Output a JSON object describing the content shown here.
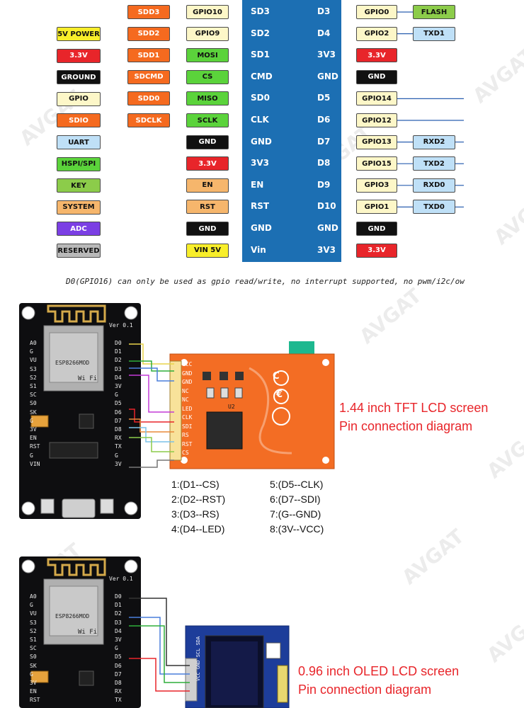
{
  "legend": [
    {
      "label": "5V POWER",
      "bg": "#f8ee2a",
      "fg": "#111111"
    },
    {
      "label": "3.3V",
      "bg": "#e8252a",
      "fg": "#ffffff"
    },
    {
      "label": "GROUND",
      "bg": "#111111",
      "fg": "#ffffff"
    },
    {
      "label": "GPIO",
      "bg": "#fdf7c8",
      "fg": "#111111"
    },
    {
      "label": "SDIO",
      "bg": "#f56a1f",
      "fg": "#ffffff"
    },
    {
      "label": "UART",
      "bg": "#bfe0f7",
      "fg": "#111111"
    },
    {
      "label": "HSPI/SPI",
      "bg": "#5bd33b",
      "fg": "#111111"
    },
    {
      "label": "KEY",
      "bg": "#8ccc4a",
      "fg": "#111111"
    },
    {
      "label": "SYSTEM",
      "bg": "#f6b66c",
      "fg": "#111111"
    },
    {
      "label": "ADC",
      "bg": "#7b3fe4",
      "fg": "#ffffff"
    },
    {
      "label": "RESERVED",
      "bg": "#b9b9b9",
      "fg": "#111111"
    }
  ],
  "left_rows": [
    {
      "board": "SD3",
      "sdio": "SDD3",
      "func": {
        "label": "GPIO10",
        "bg": "#fdf7c8",
        "fg": "#111111"
      }
    },
    {
      "board": "SD2",
      "sdio": "SDD2",
      "func": {
        "label": "GPIO9",
        "bg": "#fdf7c8",
        "fg": "#111111"
      }
    },
    {
      "board": "SD1",
      "sdio": "SDD1",
      "func": {
        "label": "MOSI",
        "bg": "#5bd33b",
        "fg": "#111111"
      }
    },
    {
      "board": "CMD",
      "sdio": "SDCMD",
      "func": {
        "label": "CS",
        "bg": "#5bd33b",
        "fg": "#111111"
      }
    },
    {
      "board": "SD0",
      "sdio": "SDD0",
      "func": {
        "label": "MISO",
        "bg": "#5bd33b",
        "fg": "#111111"
      }
    },
    {
      "board": "CLK",
      "sdio": "SDCLK",
      "func": {
        "label": "SCLK",
        "bg": "#5bd33b",
        "fg": "#111111"
      }
    },
    {
      "board": "GND",
      "sdio": "",
      "func": {
        "label": "GND",
        "bg": "#111111",
        "fg": "#ffffff"
      }
    },
    {
      "board": "3V3",
      "sdio": "",
      "func": {
        "label": "3.3V",
        "bg": "#e8252a",
        "fg": "#ffffff"
      }
    },
    {
      "board": "EN",
      "sdio": "",
      "func": {
        "label": "EN",
        "bg": "#f6b66c",
        "fg": "#111111"
      }
    },
    {
      "board": "RST",
      "sdio": "",
      "func": {
        "label": "RST",
        "bg": "#f6b66c",
        "fg": "#111111"
      }
    },
    {
      "board": "GND",
      "sdio": "",
      "func": {
        "label": "GND",
        "bg": "#111111",
        "fg": "#ffffff"
      }
    },
    {
      "board": "Vin",
      "sdio": "",
      "func": {
        "label": "VIN 5V",
        "bg": "#f8ee2a",
        "fg": "#111111"
      }
    }
  ],
  "right_rows": [
    {
      "board": "D3",
      "gpio": {
        "label": "GPIO0",
        "bg": "#fdf7c8",
        "fg": "#111111"
      },
      "extra": {
        "label": "FLASH",
        "bg": "#8ccc4a",
        "fg": "#111111"
      }
    },
    {
      "board": "D4",
      "gpio": {
        "label": "GPIO2",
        "bg": "#fdf7c8",
        "fg": "#111111"
      },
      "extra": {
        "label": "TXD1",
        "bg": "#bfe0f7",
        "fg": "#111111"
      }
    },
    {
      "board": "3V3",
      "gpio": {
        "label": "3.3V",
        "bg": "#e8252a",
        "fg": "#ffffff"
      },
      "extra": null
    },
    {
      "board": "GND",
      "gpio": {
        "label": "GND",
        "bg": "#111111",
        "fg": "#ffffff"
      },
      "extra": null
    },
    {
      "board": "D5",
      "gpio": {
        "label": "GPIO14",
        "bg": "#fdf7c8",
        "fg": "#111111"
      },
      "extra": null
    },
    {
      "board": "D6",
      "gpio": {
        "label": "GPIO12",
        "bg": "#fdf7c8",
        "fg": "#111111"
      },
      "extra": null
    },
    {
      "board": "D7",
      "gpio": {
        "label": "GPIO13",
        "bg": "#fdf7c8",
        "fg": "#111111"
      },
      "extra": {
        "label": "RXD2",
        "bg": "#bfe0f7",
        "fg": "#111111"
      }
    },
    {
      "board": "D8",
      "gpio": {
        "label": "GPIO15",
        "bg": "#fdf7c8",
        "fg": "#111111"
      },
      "extra": {
        "label": "TXD2",
        "bg": "#bfe0f7",
        "fg": "#111111"
      }
    },
    {
      "board": "D9",
      "gpio": {
        "label": "GPIO3",
        "bg": "#fdf7c8",
        "fg": "#111111"
      },
      "extra": {
        "label": "RXD0",
        "bg": "#bfe0f7",
        "fg": "#111111"
      }
    },
    {
      "board": "D10",
      "gpio": {
        "label": "GPIO1",
        "bg": "#fdf7c8",
        "fg": "#111111"
      },
      "extra": {
        "label": "TXD0",
        "bg": "#bfe0f7",
        "fg": "#111111"
      }
    },
    {
      "board": "GND",
      "gpio": {
        "label": "GND",
        "bg": "#111111",
        "fg": "#ffffff"
      },
      "extra": null
    },
    {
      "board": "3V3",
      "gpio": {
        "label": "3.3V",
        "bg": "#e8252a",
        "fg": "#ffffff"
      },
      "extra": null
    }
  ],
  "note": "D0(GPIO16) can only be used as gpio read/write, no interrupt supported, no pwm/i2c/ow",
  "watermark": "AVGAT",
  "nodemcu": {
    "version": "Ver 0.1",
    "left_pins": [
      "A0",
      "G",
      "VU",
      "S3",
      "S2",
      "S1",
      "SC",
      "S0",
      "SK",
      "G",
      "3V",
      "EN",
      "RST",
      "G",
      "VIN"
    ],
    "right_pins": [
      "D0",
      "D1",
      "D2",
      "D3",
      "D4",
      "3V",
      "G",
      "D5",
      "D6",
      "D7",
      "D8",
      "RX",
      "TX",
      "G",
      "3V"
    ],
    "module_text": "ESP8266MOD",
    "wifi_text": "Wi Fi"
  },
  "tft": {
    "title": "1.44 inch TFT LCD screen",
    "subtitle": "Pin connection diagram",
    "pins": [
      "VCC",
      "GND",
      "GND",
      "NC",
      "NC",
      "LED",
      "CLK",
      "SDI",
      "RS",
      "RST",
      "CS"
    ],
    "chip_label": "U2",
    "connections": [
      "1:(D1--CS)",
      "2:(D2--RST)",
      "3:(D3--RS)",
      "4:(D4--LED)",
      "5:(D5--CLK)",
      "6:(D7--SDI)",
      "7:(G--GND)",
      "8:(3V--VCC)"
    ]
  },
  "oled": {
    "title": "0.96 inch OLED LCD screen",
    "subtitle": "Pin connection diagram",
    "pins_label": "VCC GND SCL SDA"
  }
}
